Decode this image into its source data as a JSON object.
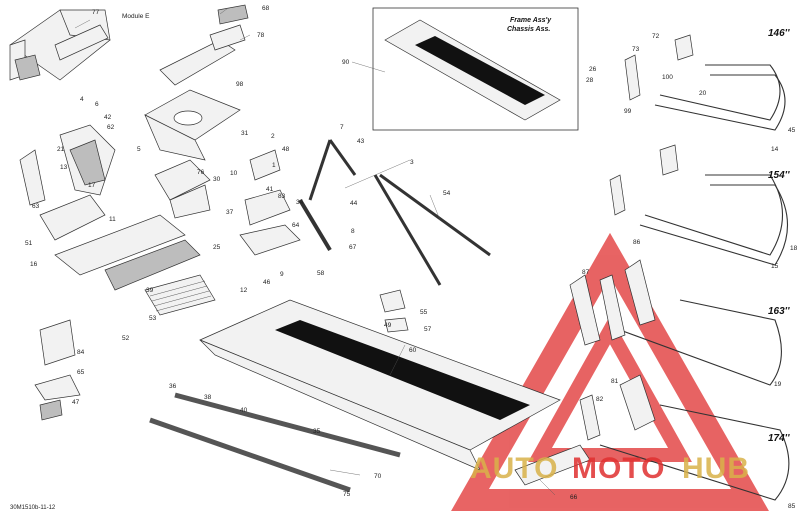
{
  "module_label": "Module E",
  "callout_box_title_line1": "Frame Ass'y",
  "callout_box_title_line2": "Chassis Ass.",
  "reference_code": "30M1510b-11-12",
  "sizes": [
    "146''",
    "154''",
    "163''",
    "174''"
  ],
  "watermark": {
    "part1": "AUTO",
    "part2": "MOTO",
    "part3": "HUB"
  },
  "colors": {
    "watermark_red": "#e03030",
    "watermark_gold": "#d9b24a",
    "line": "#333333"
  },
  "part_numbers": [
    "77",
    "68",
    "78",
    "98",
    "31",
    "5",
    "42",
    "62",
    "4",
    "6",
    "13",
    "21",
    "17",
    "63",
    "51",
    "11",
    "16",
    "76",
    "30",
    "10",
    "48",
    "2",
    "1",
    "41",
    "83",
    "37",
    "34",
    "64",
    "9",
    "25",
    "39",
    "12",
    "46",
    "53",
    "52",
    "84",
    "65",
    "47",
    "7",
    "43",
    "44",
    "67",
    "8",
    "3",
    "54",
    "58",
    "55",
    "49",
    "57",
    "60",
    "36",
    "38",
    "40",
    "35",
    "70",
    "75",
    "66",
    "90",
    "73",
    "72",
    "26",
    "28",
    "100",
    "99",
    "20",
    "45",
    "14",
    "18",
    "15",
    "87",
    "86",
    "19",
    "82",
    "81",
    "85"
  ]
}
